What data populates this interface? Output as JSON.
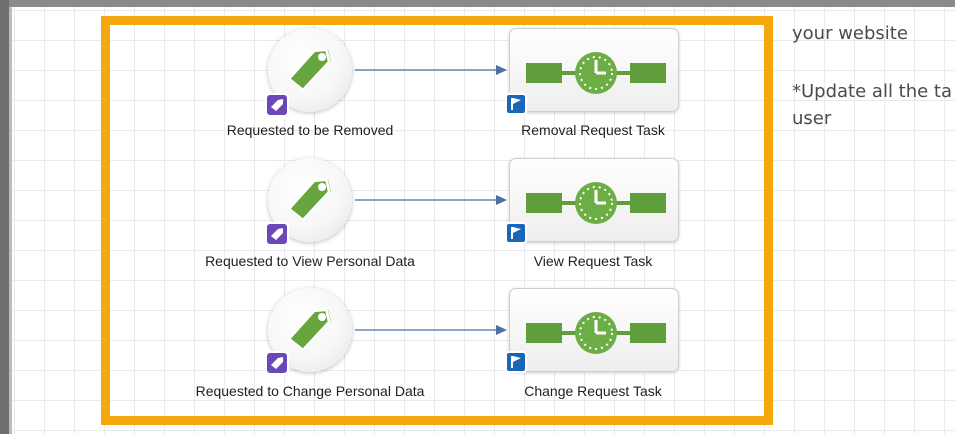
{
  "side_text": {
    "line1": "your website",
    "line2": "*Update all the ta",
    "line3": "user"
  },
  "flow": {
    "rows": [
      {
        "trigger_label": "Requested to be Removed",
        "trigger_icon": "tag-icon",
        "task_label": "Removal Request Task",
        "task_icon": "timer-icon"
      },
      {
        "trigger_label": "Requested to View Personal Data",
        "trigger_icon": "tag-icon",
        "task_label": "View Request Task",
        "task_icon": "timer-icon"
      },
      {
        "trigger_label": "Requested to Change Personal Data",
        "trigger_icon": "tag-icon",
        "task_label": "Change Request Task",
        "task_icon": "timer-icon"
      }
    ]
  },
  "colors": {
    "highlight_border": "#f5a70e",
    "tag_green": "#67a53f",
    "task_green": "#5f9e3a",
    "tag_badge": "#6b47b8",
    "flag_badge": "#1a66b8",
    "connector": "#4a6fa5"
  }
}
